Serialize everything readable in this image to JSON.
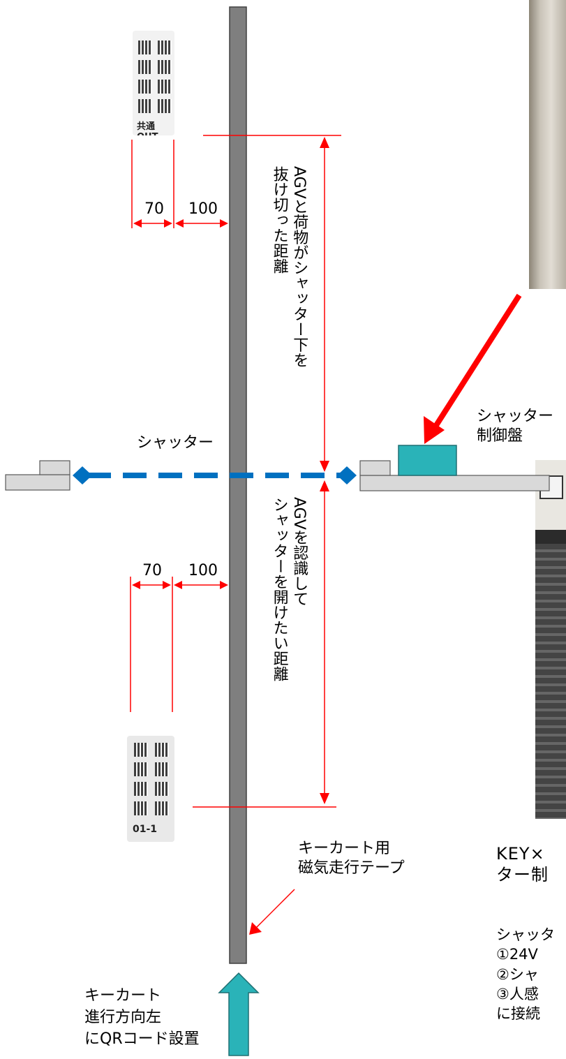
{
  "labels": {
    "shutter": "シャッター",
    "panel_name": "シャッター\n制御盤",
    "distance_pass": "AGVと荷物がシャッター下を\n抜け切った距離",
    "distance_open": "AGVを認識して\nシャッターを開けたい距離",
    "tape": "キーカート用\n磁気走行テープ",
    "direction": "キーカート\n進行方向左\nにQRコード設置",
    "key_text": "KEY×\nター制",
    "note_text": "シャッタ\n①24V\n②シャ\n③人感\nに接続"
  },
  "dims": {
    "top_width": "70",
    "top_offset": "100",
    "bottom_width": "70",
    "bottom_offset": "100"
  },
  "qr_labels": {
    "top": "共通 OUT",
    "bottom": "01-1"
  },
  "colors": {
    "dimension": "#ff0000",
    "shutter": "#0070c0",
    "panel": "#2ab3b8",
    "tape": "#7f7f7f",
    "arrow_up": "#2ab3b8",
    "pointer": "#ff0000"
  }
}
